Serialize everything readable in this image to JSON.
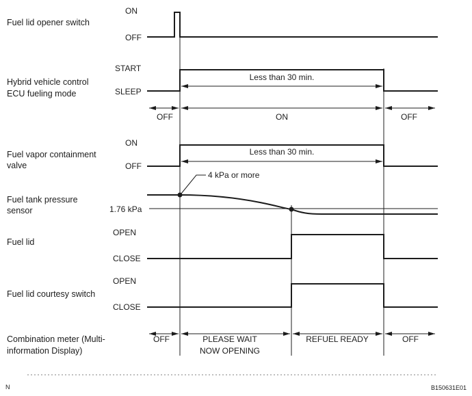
{
  "signals": {
    "opener_switch": {
      "label": "Fuel lid opener switch",
      "on": "ON",
      "off": "OFF"
    },
    "hv_ecu": {
      "label1": "Hybrid vehicle control",
      "label2": "ECU fueling mode",
      "start": "START",
      "sleep": "SLEEP",
      "duration": "Less than 30 min."
    },
    "hv_states": {
      "off1": "OFF",
      "on": "ON",
      "off2": "OFF"
    },
    "vapor_valve": {
      "label1": "Fuel vapor containment",
      "label2": "valve",
      "on": "ON",
      "off": "OFF",
      "duration": "Less than 30 min."
    },
    "pressure_sensor": {
      "label1": "Fuel tank pressure",
      "label2": "sensor",
      "level": "1.76 kPa",
      "note": "4 kPa or more"
    },
    "fuel_lid": {
      "label": "Fuel lid",
      "open": "OPEN",
      "close": "CLOSE"
    },
    "courtesy_switch": {
      "label": "Fuel lid courtesy switch",
      "open": "OPEN",
      "close": "CLOSE"
    },
    "meter": {
      "label1": "Combination meter (Multi-",
      "label2": "information Display)",
      "off1": "OFF",
      "wait1": "PLEASE WAIT",
      "wait2": "NOW OPENING",
      "ready": "REFUEL READY",
      "off2": "OFF"
    }
  },
  "footer": {
    "left": "N",
    "right": "B150631E01"
  }
}
